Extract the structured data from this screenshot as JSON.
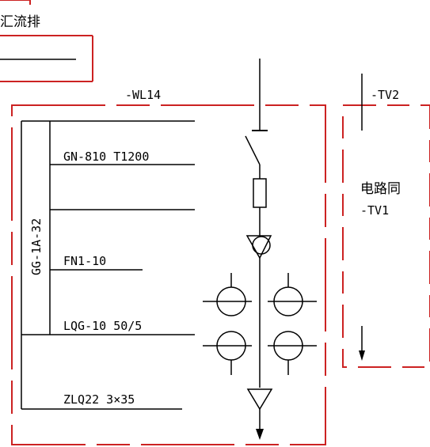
{
  "busbar_label": "汇流排",
  "circuit_id": "-WL14",
  "tv_top_label": "-TV2",
  "tv_box": {
    "line1": "电路同",
    "line2": "-TV1"
  },
  "cabinet_type": "GG-1A-32",
  "equipment": [
    {
      "name": "disconnector",
      "model": "GN-810 T1200"
    },
    {
      "name": "load-switch",
      "model": "FN1-10"
    },
    {
      "name": "current-transformer",
      "model": "LQG-10 50/5"
    },
    {
      "name": "cable",
      "model": "ZLQ22 3×35"
    }
  ],
  "colors": {
    "frame": "#cc2222",
    "line": "#000000",
    "background": "#ffffff"
  }
}
